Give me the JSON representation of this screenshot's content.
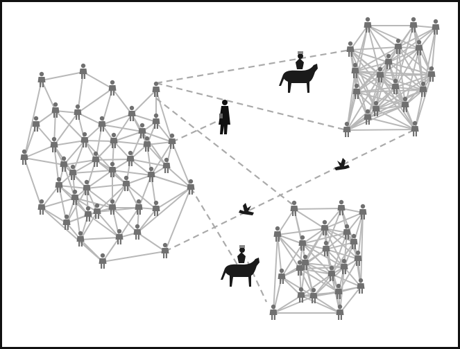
{
  "figure": {
    "colors": {
      "frame": "#111111",
      "background": "#ffffff",
      "intra_link": "#b8b8b8",
      "long_link": "#aaaaaa",
      "person": "#707070",
      "rider": "#1a1a1a",
      "messenger": "#111111",
      "bird": "#1a1a1a"
    },
    "icons": {
      "person": "person-icon",
      "rider": "horse-rider-icon",
      "messenger": "messenger-icon",
      "bird": "bird-icon"
    },
    "groups": [
      {
        "name": "left-community",
        "members": 41
      },
      {
        "name": "top-right-community",
        "members": 18
      },
      {
        "name": "bottom-right-community",
        "members": 21
      }
    ]
  }
}
